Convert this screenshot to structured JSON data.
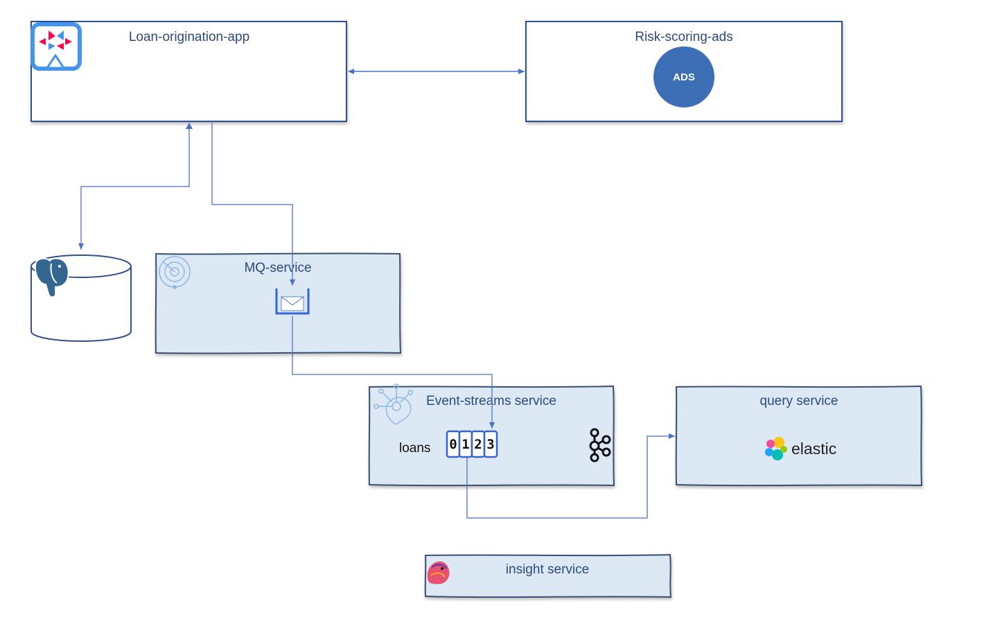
{
  "nodes": {
    "loan_app": {
      "label": "Loan-origination-app"
    },
    "risk_ads": {
      "label": "Risk-scoring-ads",
      "badge": "ADS"
    },
    "mq": {
      "label": "MQ-service"
    },
    "event_streams": {
      "label": "Event-streams service",
      "topic": "loans",
      "partitions": [
        "0",
        "1",
        "2",
        "3"
      ]
    },
    "query": {
      "label": "query service",
      "logo_text": "elastic"
    },
    "insight": {
      "label": "insight service"
    }
  },
  "icons": {
    "loan_app": "quarkus-logo-icon",
    "database": "postgresql-elephant-icon",
    "mq": "radar-target-icon",
    "queue": "envelope-queue-icon",
    "event_streams": "event-streams-hub-icon",
    "kafka": "kafka-logo-icon",
    "elastic": "elastic-logo-icon",
    "insight": "flink-squirrel-icon"
  },
  "colors": {
    "box_border": "#2f4f8f",
    "service_fill": "#dde8f5",
    "service_border": "#3a4f73",
    "connector": "#4a72c4",
    "ads_circle": "#3c6fb5",
    "partition_border": "#3563d6",
    "label_text": "#2b4a7a"
  }
}
